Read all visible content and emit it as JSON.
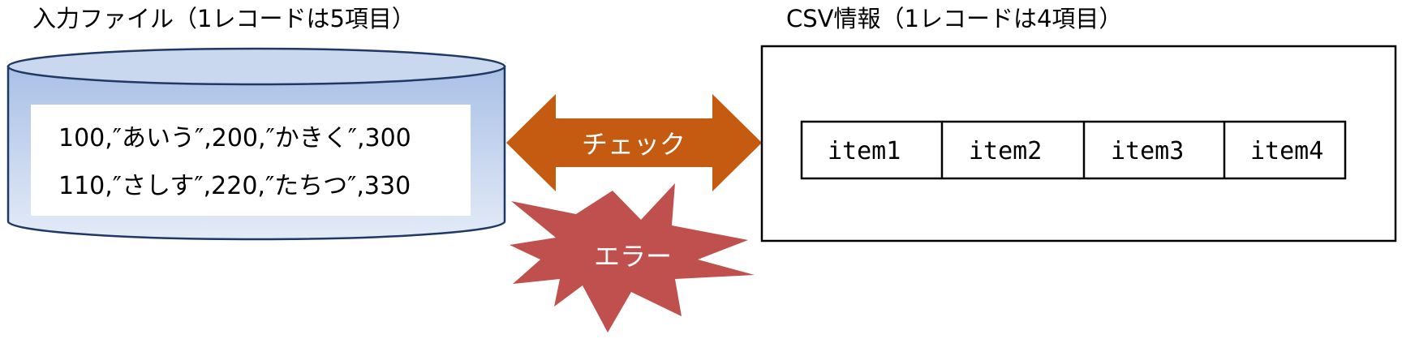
{
  "input_file": {
    "title": "入力ファイル（1レコードは5項目）",
    "records": [
      "100,″あいう″,200,″かきく″,300",
      "110,″さしす″,220,″たちつ″,330"
    ]
  },
  "csv_info": {
    "title": "CSV情報（1レコードは4項目）",
    "items": [
      "item1",
      "item2",
      "item3",
      "item4"
    ]
  },
  "check_arrow": {
    "label": "チェック",
    "color": "#C55A11"
  },
  "error_burst": {
    "label": "エラー",
    "color": "#C0504D"
  },
  "colors": {
    "cylinder_top": "#C9D7EF",
    "cylinder_body_top": "#A9C0E6",
    "cylinder_body_bottom": "#E4EBF7",
    "outline": "#1F3864"
  }
}
